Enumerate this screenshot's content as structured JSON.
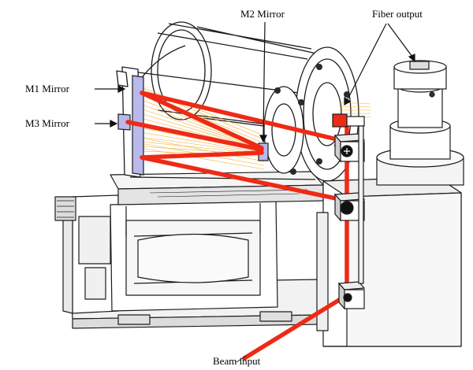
{
  "labels": {
    "m1": "M1 Mirror",
    "m2": "M2 Mirror",
    "m3": "M3 Mirror",
    "fiber": "Fiber output",
    "beam": "Beam input"
  },
  "colors": {
    "beam": "#ee2a16",
    "rays": "#f5a623",
    "mirror": "#b9b9ec",
    "ink": "#1c1c1c",
    "face": "#ffffff",
    "shade": "#e6e6e6"
  }
}
